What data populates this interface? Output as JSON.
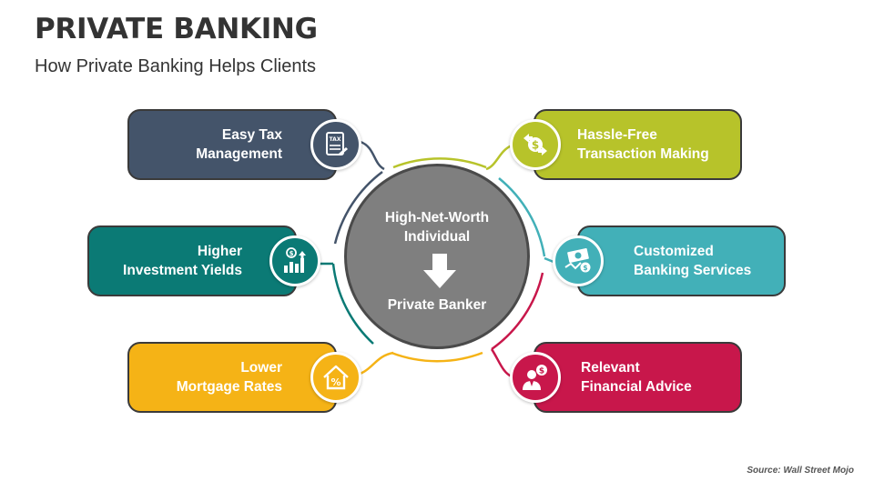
{
  "header": {
    "title": "PRIVATE BANKING",
    "subtitle": "How Private Banking Helps Clients"
  },
  "center": {
    "top_text": "High-Net-Worth\nIndividual",
    "bottom_text": "Private Banker",
    "color": "#7f7f7f"
  },
  "items": [
    {
      "id": "tax",
      "label": "Easy Tax\nManagement",
      "color": "#44546a",
      "icon": "tax-document-icon"
    },
    {
      "id": "yields",
      "label": "Higher\nInvestment Yields",
      "color": "#0b7a75",
      "icon": "growth-chart-icon"
    },
    {
      "id": "mortgage",
      "label": "Lower\nMortgage Rates",
      "color": "#f5b316",
      "icon": "house-percent-icon"
    },
    {
      "id": "transaction",
      "label": "Hassle-Free\nTransaction Making",
      "color": "#b7c32a",
      "icon": "money-exchange-icon"
    },
    {
      "id": "banking",
      "label": "Customized\nBanking Services",
      "color": "#42b0b8",
      "icon": "cash-trend-icon"
    },
    {
      "id": "advice",
      "label": "Relevant\nFinancial Advice",
      "color": "#c8174b",
      "icon": "advisor-icon"
    }
  ],
  "footer": {
    "source": "Source: Wall Street Mojo"
  }
}
